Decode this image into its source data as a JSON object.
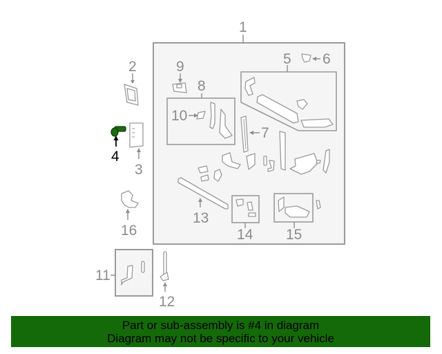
{
  "diagram": {
    "highlighted_part": "4",
    "highlight_color": "#1e6b12",
    "callouts": [
      {
        "id": "c1",
        "label": "1"
      },
      {
        "id": "c2",
        "label": "2"
      },
      {
        "id": "c3",
        "label": "3"
      },
      {
        "id": "c4",
        "label": "4"
      },
      {
        "id": "c5",
        "label": "5"
      },
      {
        "id": "c6",
        "label": "6"
      },
      {
        "id": "c7",
        "label": "7"
      },
      {
        "id": "c8",
        "label": "8"
      },
      {
        "id": "c9",
        "label": "9"
      },
      {
        "id": "c10",
        "label": "10"
      },
      {
        "id": "c11",
        "label": "11"
      },
      {
        "id": "c12",
        "label": "12"
      },
      {
        "id": "c13",
        "label": "13"
      },
      {
        "id": "c14",
        "label": "14"
      },
      {
        "id": "c15",
        "label": "15"
      },
      {
        "id": "c16",
        "label": "16"
      }
    ]
  },
  "banner": {
    "line1": "Part or sub-assembly is #4 in diagram",
    "line2": "Diagram may not be specific to your vehicle",
    "background": "#146a08"
  }
}
